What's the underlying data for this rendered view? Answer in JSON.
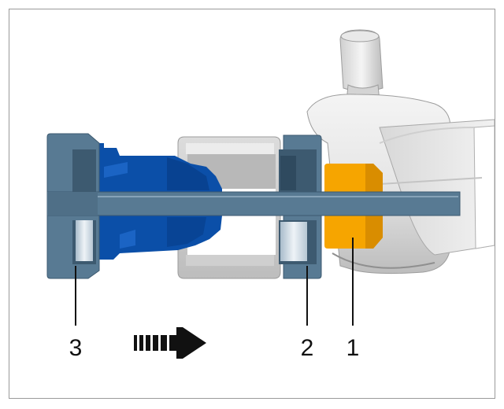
{
  "diagram": {
    "callouts": [
      {
        "number": "1",
        "part": "orange-bushing"
      },
      {
        "number": "2",
        "part": "tool-sleeve-ring"
      },
      {
        "number": "3",
        "part": "tool-end-ring"
      }
    ],
    "direction_arrow": "right",
    "colors": {
      "tool_body": "#587a93",
      "tool_body_dark": "#3d5a70",
      "blue_part": "#0b4fa8",
      "blue_part_dark": "#063a82",
      "bushing": "#f6a500",
      "housing": "#e2e2e2",
      "ring_light": "#d9e2ea"
    }
  }
}
